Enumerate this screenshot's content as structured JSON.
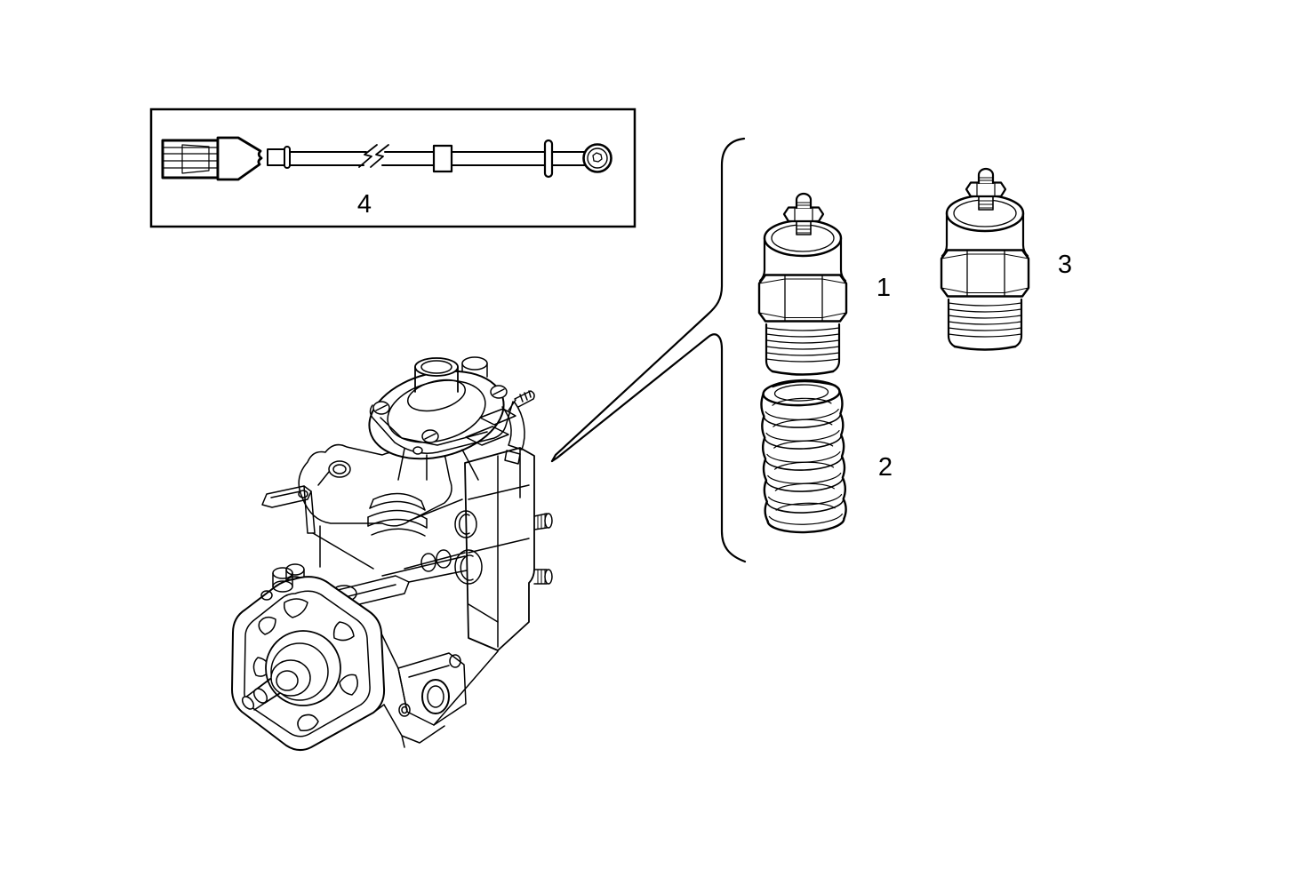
{
  "artwork": {
    "background": "#ffffff",
    "line_color": "#000000",
    "diagram_type": "exploded-parts-diagram",
    "main_drawing": "fuel-injection-pump",
    "parts": [
      {
        "label": "1",
        "item": "shutoff-solenoid-valve"
      },
      {
        "label": "2",
        "item": "coil-spring"
      },
      {
        "label": "3",
        "item": "shutoff-solenoid-valve"
      },
      {
        "label": "4",
        "item": "sensor-cable-assembly"
      }
    ]
  }
}
